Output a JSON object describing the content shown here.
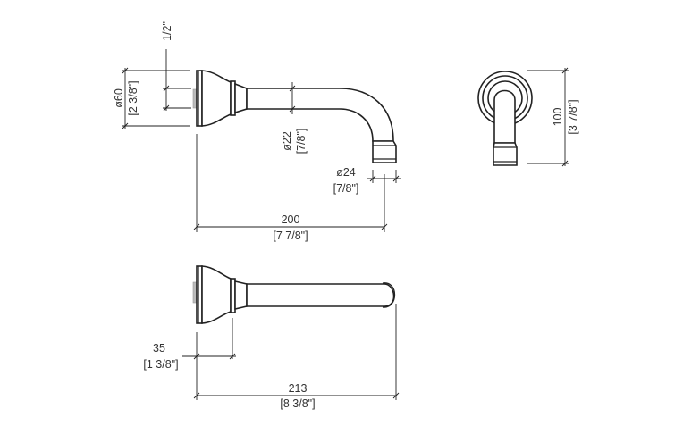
{
  "front_view": {
    "flange_diameter": {
      "mm": "ø60",
      "inch": "[2 3/8\"]"
    },
    "thread": {
      "label": "1/2\""
    },
    "pipe_diameter": {
      "mm": "ø22",
      "inch": "[7/8\"]"
    },
    "outlet_diameter": {
      "mm": "ø24",
      "inch": "[7/8\"]"
    },
    "projection": {
      "mm": "200",
      "inch": "[7 7/8\"]"
    }
  },
  "side_view": {
    "height": {
      "mm": "100",
      "inch": "[3 7/8\"]"
    }
  },
  "top_view": {
    "flange_depth": {
      "mm": "35",
      "inch": "[1 3/8\"]"
    },
    "overall_length": {
      "mm": "213",
      "inch": "[8 3/8\"]"
    }
  }
}
